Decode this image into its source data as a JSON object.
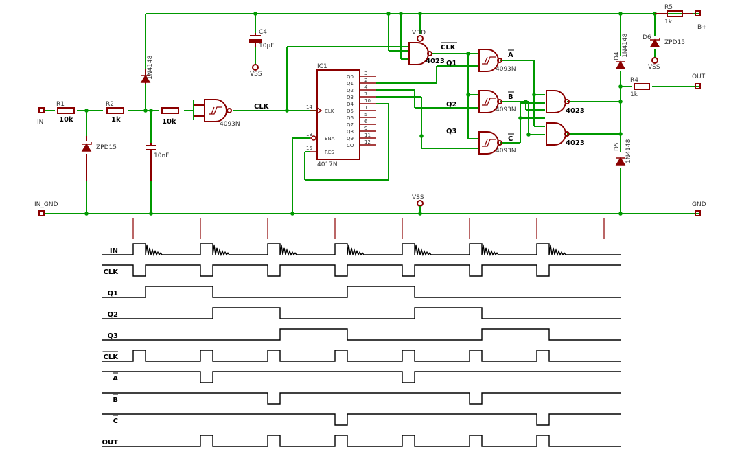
{
  "colors": {
    "net": "#009900",
    "part": "#8b0000",
    "text": "#000000",
    "pin": "#555555",
    "trace": "#000000"
  },
  "ports": {
    "in": "IN",
    "in_gnd": "IN_GND",
    "bplus": "B+",
    "out": "OUT",
    "gnd": "GND"
  },
  "parts": {
    "r1": {
      "name": "R1",
      "value": "10k"
    },
    "r2": {
      "name": "R2",
      "value": "1k"
    },
    "r3": {
      "value": "10k"
    },
    "r4": {
      "name": "R4",
      "value": "1k"
    },
    "r5": {
      "name": "R5",
      "value": "1k"
    },
    "c_filter": {
      "value": "10nF"
    },
    "c4": {
      "name": "C4",
      "value": "10µF"
    },
    "zd_in": {
      "value": "ZPD15"
    },
    "d6": {
      "name": "D6",
      "value": "ZPD15"
    },
    "d_clamp": {
      "value": "1N4148"
    },
    "d4": {
      "name": "D4",
      "value": "1N4148"
    },
    "d5": {
      "name": "D5",
      "value": "1N4148"
    },
    "schmitt": "4093N",
    "nand4": "4023",
    "ic1": {
      "name": "IC1",
      "type": "4017N",
      "pins_right": [
        {
          "label": "Q0",
          "num": "3"
        },
        {
          "label": "Q1",
          "num": "2"
        },
        {
          "label": "Q2",
          "num": "4"
        },
        {
          "label": "Q3",
          "num": "7"
        },
        {
          "label": "Q4",
          "num": "10"
        },
        {
          "label": "Q5",
          "num": "1"
        },
        {
          "label": "Q6",
          "num": "5"
        },
        {
          "label": "Q7",
          "num": "6"
        },
        {
          "label": "Q8",
          "num": "9"
        },
        {
          "label": "Q9",
          "num": "11"
        },
        {
          "label": "CO",
          "num": "12"
        }
      ],
      "pins_left": [
        {
          "label": "CLK",
          "num": "14"
        },
        {
          "label": "ENA",
          "num": "13"
        },
        {
          "label": "RES",
          "num": "15"
        }
      ]
    }
  },
  "supplies": {
    "vdd": "VDD",
    "vss": "VSS"
  },
  "nets": {
    "clk": "CLK",
    "clk_bar": "CLK",
    "q1": "Q1",
    "q2": "Q2",
    "q3": "Q3",
    "a": "A",
    "b": "B",
    "c": "C"
  },
  "timing": {
    "cycles": 7,
    "signals": [
      {
        "name": "IN",
        "overbar": false,
        "type": "input",
        "pattern": [
          1,
          1,
          1,
          1,
          1,
          1,
          1
        ]
      },
      {
        "name": "CLK",
        "overbar": false,
        "type": "clk"
      },
      {
        "name": "Q1",
        "overbar": false,
        "type": "cycle",
        "high_cycles": [
          1,
          4
        ]
      },
      {
        "name": "Q2",
        "overbar": false,
        "type": "cycle",
        "high_cycles": [
          2,
          5
        ]
      },
      {
        "name": "Q3",
        "overbar": false,
        "type": "cycle",
        "high_cycles": [
          3,
          6
        ]
      },
      {
        "name": "CLK",
        "overbar": true,
        "type": "pulse_high",
        "pulse_cycles": [
          1,
          2,
          3,
          4,
          5,
          6,
          7
        ]
      },
      {
        "name": "A",
        "overbar": true,
        "type": "pulse_low",
        "pulse_cycles": [
          2,
          5
        ]
      },
      {
        "name": "B",
        "overbar": true,
        "type": "pulse_low",
        "pulse_cycles": [
          3,
          6
        ]
      },
      {
        "name": "C",
        "overbar": true,
        "type": "pulse_low",
        "pulse_cycles": [
          4,
          7
        ]
      },
      {
        "name": "OUT",
        "overbar": false,
        "type": "pulse_high",
        "pulse_cycles": [
          2,
          3,
          4,
          5,
          6,
          7
        ]
      }
    ]
  }
}
